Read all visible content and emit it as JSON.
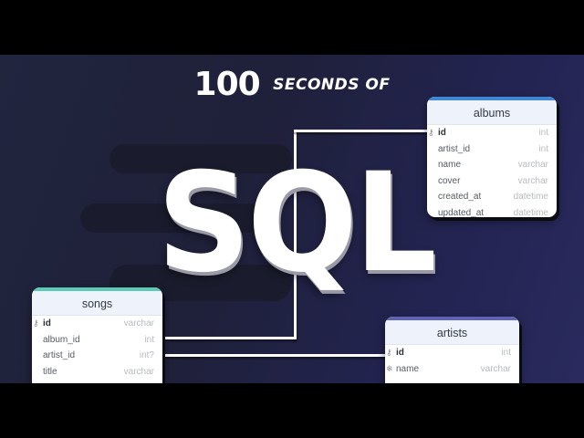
{
  "title": {
    "number": "100",
    "subtitle": "SECONDS OF"
  },
  "headline": "SQL",
  "colors": {
    "background": "#1f2039",
    "albums_accent": "#3f87d4",
    "songs_accent": "#5ec9b6",
    "artists_accent": "#5d63b8",
    "connector": "#ffffff"
  },
  "tables": {
    "albums": {
      "name": "albums",
      "rows": [
        {
          "name": "id",
          "type": "int",
          "icon": "key-icon",
          "pk": true
        },
        {
          "name": "artist_id",
          "type": "int"
        },
        {
          "name": "name",
          "type": "varchar"
        },
        {
          "name": "cover",
          "type": "varchar"
        },
        {
          "name": "created_at",
          "type": "datetime"
        },
        {
          "name": "updated_at",
          "type": "datetime"
        }
      ]
    },
    "songs": {
      "name": "songs",
      "rows": [
        {
          "name": "id",
          "type": "varchar",
          "icon": "key-icon",
          "pk": true
        },
        {
          "name": "album_id",
          "type": "int"
        },
        {
          "name": "artist_id",
          "type": "int?"
        },
        {
          "name": "title",
          "type": "varchar"
        }
      ]
    },
    "artists": {
      "name": "artists",
      "rows": [
        {
          "name": "id",
          "type": "int",
          "icon": "key-icon",
          "pk": true
        },
        {
          "name": "name",
          "type": "varchar",
          "icon": "index-icon"
        }
      ]
    }
  },
  "icons": {
    "key": "⚷",
    "index": "❄"
  }
}
